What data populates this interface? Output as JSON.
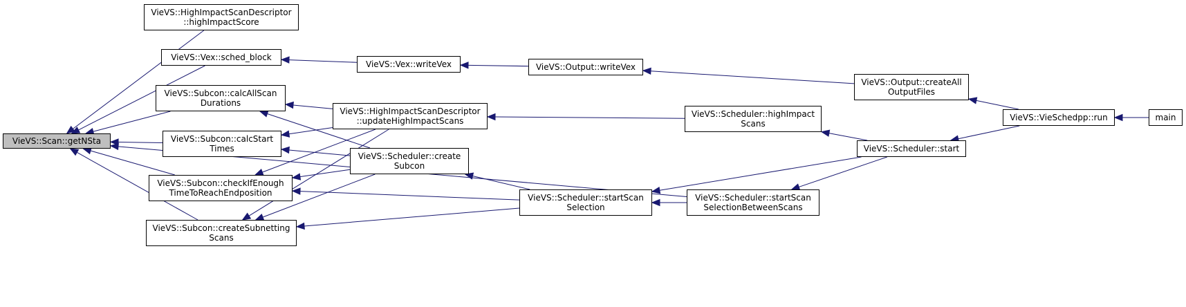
{
  "colors": {
    "edge": "#191970",
    "node_border": "#000000",
    "focus_fill": "#bfbfbf"
  },
  "nodes": {
    "getNSta": {
      "lines": [
        "VieVS::Scan::getNSta"
      ],
      "focus": true
    },
    "highImpactScore": {
      "lines": [
        "VieVS::HighImpactScanDescriptor",
        "::highImpactScore"
      ]
    },
    "schedBlock": {
      "lines": [
        "VieVS::Vex::sched_block"
      ]
    },
    "calcAllScanDurations": {
      "lines": [
        "VieVS::Subcon::calcAllScan",
        "Durations"
      ]
    },
    "calcStartTimes": {
      "lines": [
        "VieVS::Subcon::calcStart",
        "Times"
      ]
    },
    "checkIfEnough": {
      "lines": [
        "VieVS::Subcon::checkIfEnough",
        "TimeToReachEndposition"
      ]
    },
    "createSubnetting": {
      "lines": [
        "VieVS::Subcon::createSubnetting",
        "Scans"
      ]
    },
    "vexWriteVex": {
      "lines": [
        "VieVS::Vex::writeVex"
      ]
    },
    "updateHighImpact": {
      "lines": [
        "VieVS::HighImpactScanDescriptor",
        "::updateHighImpactScans"
      ]
    },
    "createSubcon": {
      "lines": [
        "VieVS::Scheduler::create",
        "Subcon"
      ]
    },
    "outputWriteVex": {
      "lines": [
        "VieVS::Output::writeVex"
      ]
    },
    "startScanSelection": {
      "lines": [
        "VieVS::Scheduler::startScan",
        "Selection"
      ]
    },
    "highImpactScans": {
      "lines": [
        "VieVS::Scheduler::highImpact",
        "Scans"
      ]
    },
    "startScanBetween": {
      "lines": [
        "VieVS::Scheduler::startScan",
        "SelectionBetweenScans"
      ]
    },
    "createAllOutputFiles": {
      "lines": [
        "VieVS::Output::createAll",
        "OutputFiles"
      ]
    },
    "schedulerStart": {
      "lines": [
        "VieVS::Scheduler::start"
      ]
    },
    "vieSchedppRun": {
      "lines": [
        "VieVS::VieSchedpp::run"
      ]
    },
    "main": {
      "lines": [
        "main"
      ]
    }
  },
  "edges": [
    {
      "from": "highImpactScore",
      "to": "getNSta"
    },
    {
      "from": "schedBlock",
      "to": "getNSta"
    },
    {
      "from": "calcAllScanDurations",
      "to": "getNSta"
    },
    {
      "from": "calcStartTimes",
      "to": "getNSta"
    },
    {
      "from": "checkIfEnough",
      "to": "getNSta"
    },
    {
      "from": "createSubnetting",
      "to": "getNSta"
    },
    {
      "from": "startScanBetween",
      "to": "getNSta"
    },
    {
      "from": "vexWriteVex",
      "to": "schedBlock"
    },
    {
      "from": "outputWriteVex",
      "to": "vexWriteVex"
    },
    {
      "from": "createAllOutputFiles",
      "to": "outputWriteVex"
    },
    {
      "from": "vieSchedppRun",
      "to": "createAllOutputFiles"
    },
    {
      "from": "main",
      "to": "vieSchedppRun"
    },
    {
      "from": "vieSchedppRun",
      "to": "schedulerStart"
    },
    {
      "from": "updateHighImpact",
      "to": "calcAllScanDurations"
    },
    {
      "from": "createSubcon",
      "to": "calcAllScanDurations"
    },
    {
      "from": "updateHighImpact",
      "to": "calcStartTimes"
    },
    {
      "from": "createSubcon",
      "to": "calcStartTimes"
    },
    {
      "from": "updateHighImpact",
      "to": "checkIfEnough"
    },
    {
      "from": "createSubcon",
      "to": "checkIfEnough"
    },
    {
      "from": "startScanSelection",
      "to": "checkIfEnough"
    },
    {
      "from": "updateHighImpact",
      "to": "createSubnetting"
    },
    {
      "from": "createSubcon",
      "to": "createSubnetting"
    },
    {
      "from": "startScanSelection",
      "to": "createSubnetting"
    },
    {
      "from": "highImpactScans",
      "to": "updateHighImpact"
    },
    {
      "from": "startScanSelection",
      "to": "createSubcon"
    },
    {
      "from": "schedulerStart",
      "to": "highImpactScans"
    },
    {
      "from": "schedulerStart",
      "to": "startScanSelection"
    },
    {
      "from": "startScanBetween",
      "to": "startScanSelection"
    },
    {
      "from": "schedulerStart",
      "to": "startScanBetween"
    }
  ]
}
